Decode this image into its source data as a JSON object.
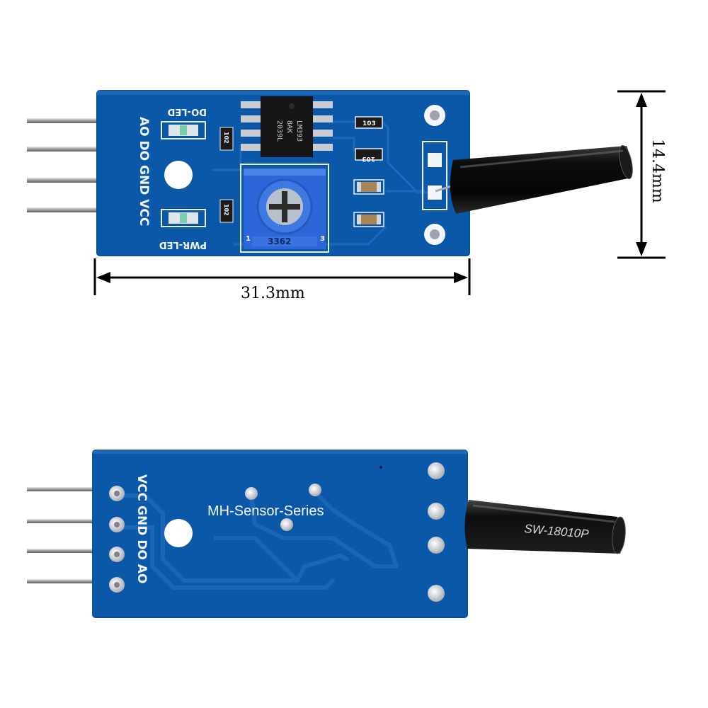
{
  "front": {
    "silk_do_led": "DO-LED",
    "silk_pwr_led": "PWR-LED",
    "silk_pins": "AO DO GND VCC",
    "chip_lines": [
      "LM393",
      "8AK",
      "2039L"
    ],
    "resistor_codes": [
      "103",
      "103",
      "102",
      "102"
    ],
    "pot_label": "3362",
    "pot_pin_1": "1",
    "pot_pin_3": "3"
  },
  "dimensions": {
    "width_label": "31.3mm",
    "height_label": "14.4mm"
  },
  "back": {
    "series_label": "MH-Sensor-Series",
    "silk_pins": "VCC GND DO AO",
    "sensor_text": "SW-18010P"
  },
  "colors": {
    "pcb_blue": "#0b57a8",
    "pcb_edge": "#0a4f9a",
    "sensor_black": "#111111",
    "pot_blue": "#2c66d8"
  }
}
